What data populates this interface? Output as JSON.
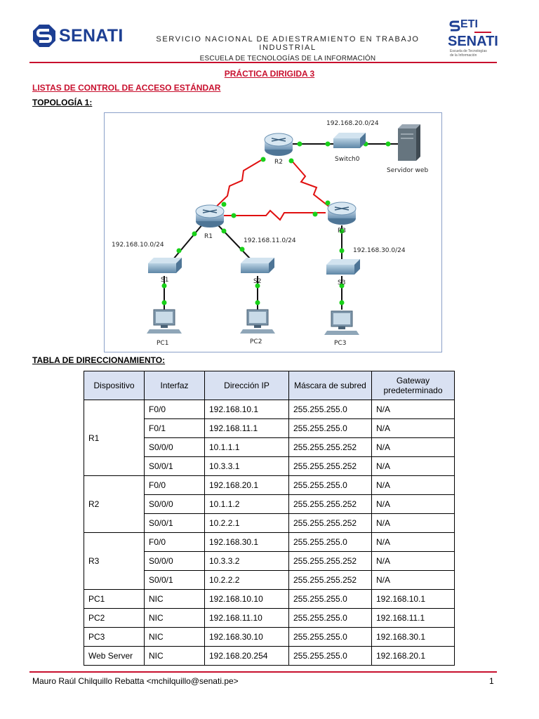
{
  "header": {
    "brand": "SENATI",
    "institution_line1": "SERVICIO NACIONAL DE ADIESTRAMIENTO EN TRABAJO INDUSTRIAL",
    "institution_line2": "ESCUELA DE TECNOLOGÍAS DE LA INFORMACIÓN",
    "right_logo": {
      "eti": "ETI",
      "senati": "SENATI",
      "sub1": "Escuela de Tecnologías",
      "sub2": "de la Información"
    },
    "colors": {
      "brand_blue": "#1d3f93",
      "accent_red": "#c8102e"
    }
  },
  "document": {
    "title": "PRÁCTICA DIRIGIDA 3",
    "subtitle": "LISTAS DE CONTROL DE ACCESO ESTÁNDAR",
    "topology_heading": "TOPOLOGÍA 1:",
    "table_heading": "TABLA DE DIRECCIONAMIENTO:"
  },
  "topology": {
    "networks": {
      "net20": "192.168.20.0/24",
      "net10": "192.168.10.0/24",
      "net11": "192.168.11.0/24",
      "net30": "192.168.30.0/24"
    },
    "devices": {
      "r1": "R1",
      "r2": "R2",
      "r3": "R3",
      "switch0": "Switch0",
      "server": "Servidor web",
      "s1": "S1",
      "s2": "S2",
      "s3": "S3",
      "pc1": "PC1",
      "pc2": "PC2",
      "pc3": "PC3"
    }
  },
  "table": {
    "headers": [
      "Dispositivo",
      "Interfaz",
      "Dirección IP",
      "Máscara de subred",
      "Gateway predeterminado"
    ],
    "rows": [
      [
        "R1",
        "F0/0",
        "192.168.10.1",
        "255.255.255.0",
        "N/A"
      ],
      [
        "",
        "F0/1",
        "192.168.11.1",
        "255.255.255.0",
        "N/A"
      ],
      [
        "",
        "S0/0/0",
        "10.1.1.1",
        "255.255.255.252",
        "N/A"
      ],
      [
        "",
        "S0/0/1",
        "10.3.3.1",
        "255.255.255.252",
        "N/A"
      ],
      [
        "R2",
        "F0/0",
        "192.168.20.1",
        "255.255.255.0",
        "N/A"
      ],
      [
        "",
        "S0/0/0",
        "10.1.1.2",
        "255.255.255.252",
        "N/A"
      ],
      [
        "",
        "S0/0/1",
        "10.2.2.1",
        "255.255.255.252",
        "N/A"
      ],
      [
        "R3",
        "F0/0",
        "192.168.30.1",
        "255.255.255.0",
        "N/A"
      ],
      [
        "",
        "S0/0/0",
        "10.3.3.2",
        "255.255.255.252",
        "N/A"
      ],
      [
        "",
        "S0/0/1",
        "10.2.2.2",
        "255.255.255.252",
        "N/A"
      ],
      [
        "PC1",
        "NIC",
        "192.168.10.10",
        "255.255.255.0",
        "192.168.10.1"
      ],
      [
        "PC2",
        "NIC",
        "192.168.11.10",
        "255.255.255.0",
        "192.168.11.1"
      ],
      [
        "PC3",
        "NIC",
        "192.168.30.10",
        "255.255.255.0",
        "192.168.30.1"
      ],
      [
        "Web Server",
        "NIC",
        "192.168.20.254",
        "255.255.255.0",
        "192.168.20.1"
      ]
    ]
  },
  "footer": {
    "author": "Mauro Raúl Chilquillo Rebatta <mchilquillo@senati.pe>",
    "page": "1"
  }
}
